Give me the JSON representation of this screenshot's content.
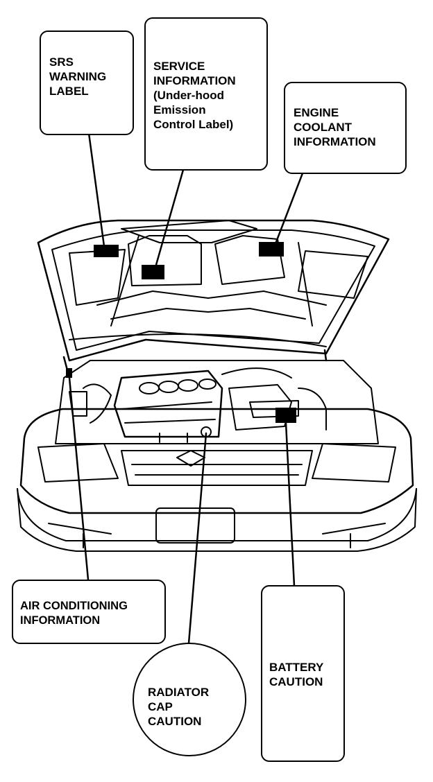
{
  "labels": {
    "srs": [
      "SRS",
      "WARNING",
      "LABEL"
    ],
    "service": [
      "SERVICE",
      "INFORMATION",
      "(Under-hood",
      "Emission",
      "Control Label)"
    ],
    "coolant": [
      "ENGINE",
      "COOLANT",
      "INFORMATION"
    ],
    "air_conditioning": [
      "AIR CONDITIONING",
      "INFORMATION"
    ],
    "radiator_cap": [
      "RADIATOR",
      "CAP",
      "CAUTION"
    ],
    "battery": [
      "BATTERY",
      "CAUTION"
    ]
  },
  "colors": {
    "ink": "#000000",
    "paper": "#ffffff"
  }
}
